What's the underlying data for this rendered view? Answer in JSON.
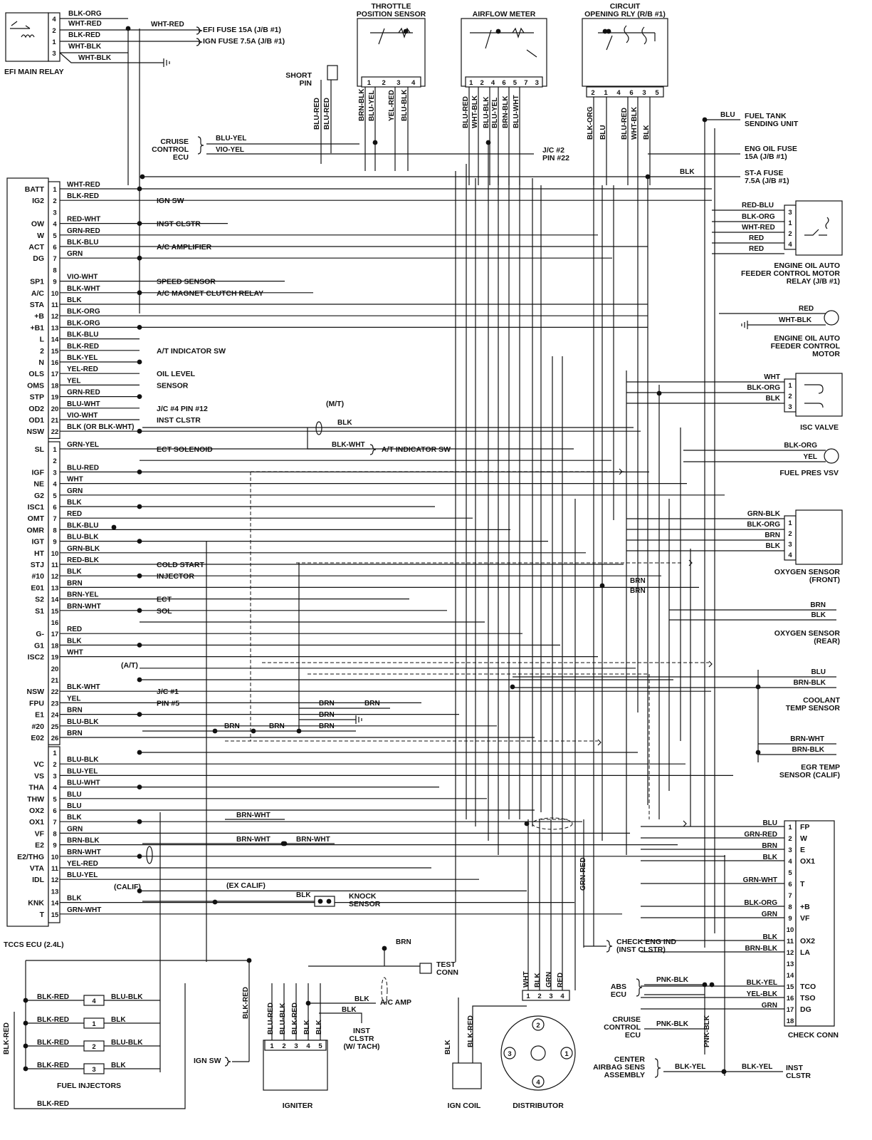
{
  "title": "",
  "efi_relay": {
    "label": "EFI MAIN RELAY",
    "pins": [
      "4",
      "2",
      "1",
      "3"
    ],
    "wires": [
      "BLK-ORG",
      "WHT-RED",
      "BLK-RED",
      "WHT-BLK",
      "WHT-BLK"
    ],
    "fuse_wire": "WHT-RED",
    "fuse1": "EFI FUSE 15A (J/B #1)",
    "fuse2": "IGN FUSE 7.5A (J/B #1)"
  },
  "top_components": {
    "tps": {
      "title": [
        "THROTTLE",
        "POSITION SENSOR"
      ],
      "pins": [
        "1",
        "2",
        "3",
        "4"
      ],
      "wires": [
        "BRN-BLK",
        "BLU-YEL",
        "YEL-RED",
        "BLU-BLK"
      ]
    },
    "afm": {
      "title": [
        "AIRFLOW METER"
      ],
      "pins": [
        "1",
        "2",
        "4",
        "6",
        "5",
        "7",
        "3"
      ],
      "wires": [
        "BLU-RED",
        "WHT-BLK",
        "BLU-BLK",
        "BLU-YEL",
        "BRN-BLK",
        "BLU-WHT"
      ]
    },
    "cor": {
      "title": [
        "CIRCUIT",
        "OPENING RLY (R/B #1)"
      ],
      "pins": [
        "2",
        "1",
        "4",
        "6",
        "3",
        "5"
      ],
      "wires": [
        "BLK-ORG",
        "BLU",
        "BLU-RED",
        "WHT-BLK",
        "BLK"
      ]
    },
    "short_pin": {
      "label": [
        "SHORT",
        "PIN"
      ],
      "wires": [
        "BLU-RED",
        "BLU-RED"
      ]
    }
  },
  "mid_labels": {
    "cruise": [
      "CRUISE",
      "CONTROL",
      "ECU"
    ],
    "cruise_wires": [
      "BLU-YEL",
      "VIO-YEL"
    ],
    "jc2": [
      "J/C #2",
      "PIN #22"
    ]
  },
  "right_components": {
    "fuel_tank": [
      "FUEL TANK",
      "SENDING UNIT"
    ],
    "fuel_tank_wire": "BLU",
    "eng_oil_fuse": [
      "ENG OIL FUSE",
      "15A (J/B #1)"
    ],
    "st_fuse": [
      "ST-A FUSE",
      "7.5A (J/B #1)"
    ],
    "st_wire": "BLK",
    "feeder_relay_wires": [
      "RED-BLU",
      "BLK-ORG",
      "WHT-RED",
      "RED",
      "RED"
    ],
    "feeder_relay_pins": [
      "3",
      "1",
      "2",
      "4"
    ],
    "feeder_relay": [
      "ENGINE OIL AUTO",
      "FEEDER CONTROL MOTOR",
      "RELAY (J/B #1)"
    ],
    "feeder_motor_wires": [
      "RED",
      "WHT-BLK"
    ],
    "feeder_motor": [
      "ENGINE OIL AUTO",
      "FEEDER CONTROL",
      "MOTOR"
    ],
    "isc_wires": [
      "WHT",
      "BLK-ORG",
      "BLK"
    ],
    "isc_pins": [
      "1",
      "2",
      "3"
    ],
    "isc": "ISC VALVE",
    "vsv_wires": [
      "BLK-ORG",
      "YEL"
    ],
    "vsv": "FUEL PRES VSV",
    "o2f_wires": [
      "GRN-BLK",
      "BLK-ORG",
      "BRN",
      "BLK"
    ],
    "o2f_pins": [
      "1",
      "2",
      "3",
      "4"
    ],
    "o2f": [
      "OXYGEN SENSOR",
      "(FRONT)"
    ],
    "o2r_wires": [
      "BRN",
      "BLK"
    ],
    "o2r": [
      "OXYGEN SENSOR",
      "(REAR)"
    ],
    "coolant_wires": [
      "BLU",
      "BRN-BLK"
    ],
    "coolant": [
      "COOLANT",
      "TEMP SENSOR"
    ],
    "egr_wires": [
      "BRN-WHT",
      "BRN-BLK"
    ],
    "egr": [
      "EGR TEMP",
      "SENSOR (CALIF)"
    ],
    "check_conn_wires": [
      "BLU",
      "GRN-RED",
      "BRN",
      "BLK",
      "GRN-WHT",
      "BLK-ORG",
      "GRN",
      "BLK",
      "BRN-BLK",
      "BLK-YEL",
      "YEL-BLK",
      "GRN"
    ],
    "check_conn_pins": [
      "1",
      "2",
      "3",
      "4",
      "5",
      "6",
      "7",
      "8",
      "9",
      "10",
      "11",
      "12",
      "13",
      "14",
      "15",
      "16",
      "17",
      "18"
    ],
    "check_conn_names": [
      "FP",
      "W",
      "E",
      "OX1",
      "",
      "T",
      "",
      "+B",
      "VF",
      "",
      "OX2",
      "LA",
      "",
      "",
      "TCO",
      "TSO",
      "DG",
      ""
    ],
    "check_conn": "CHECK CONN",
    "abs": [
      "ABS",
      "ECU"
    ],
    "abs_wire": "PNK-BLK",
    "cruise2": [
      "CRUISE",
      "CONTROL",
      "ECU"
    ],
    "cruise2_wire": "PNK-BLK",
    "airbag": [
      "CENTER",
      "AIRBAG SENS",
      "ASSEMBLY"
    ],
    "airbag_wire": "BLK-YEL",
    "inst_clstr": [
      "INST",
      "CLSTR"
    ],
    "inst_wire": "BLK-YEL",
    "check_eng": [
      "CHECK ENG IND",
      "(INST CLSTR)"
    ]
  },
  "ecu": {
    "label": "TCCS ECU (2.4L)",
    "block1": [
      {
        "t": "BATT",
        "p": "1",
        "w": "WHT-RED",
        "d": ""
      },
      {
        "t": "IG2",
        "p": "2",
        "w": "BLK-RED",
        "d": "IGN SW"
      },
      {
        "t": "",
        "p": "3",
        "w": "",
        "d": ""
      },
      {
        "t": "OW",
        "p": "4",
        "w": "RED-WHT",
        "d": "INST CLSTR"
      },
      {
        "t": "W",
        "p": "5",
        "w": "GRN-RED",
        "d": ""
      },
      {
        "t": "ACT",
        "p": "6",
        "w": "BLK-BLU",
        "d": "A/C AMPLIFIER"
      },
      {
        "t": "DG",
        "p": "7",
        "w": "GRN",
        "d": ""
      },
      {
        "t": "",
        "p": "8",
        "w": "",
        "d": ""
      },
      {
        "t": "SP1",
        "p": "9",
        "w": "VIO-WHT",
        "d": "SPEED SENSOR"
      },
      {
        "t": "A/C",
        "p": "10",
        "w": "BLK-WHT",
        "d": "A/C MAGNET CLUTCH RELAY"
      },
      {
        "t": "STA",
        "p": "11",
        "w": "BLK",
        "d": ""
      },
      {
        "t": "+B",
        "p": "12",
        "w": "BLK-ORG",
        "d": ""
      },
      {
        "t": "+B1",
        "p": "13",
        "w": "BLK-ORG",
        "d": ""
      },
      {
        "t": "L",
        "p": "14",
        "w": "BLK-BLU",
        "d": ""
      },
      {
        "t": "2",
        "p": "15",
        "w": "BLK-RED",
        "d": "A/T INDICATOR SW"
      },
      {
        "t": "N",
        "p": "16",
        "w": "BLK-YEL",
        "d": ""
      },
      {
        "t": "OLS",
        "p": "17",
        "w": "YEL-RED",
        "d": "OIL LEVEL"
      },
      {
        "t": "OMS",
        "p": "18",
        "w": "YEL",
        "d": "SENSOR"
      },
      {
        "t": "STP",
        "p": "19",
        "w": "GRN-RED",
        "d": ""
      },
      {
        "t": "OD2",
        "p": "20",
        "w": "BLU-WHT",
        "d": "J/C #4 PIN #12"
      },
      {
        "t": "OD1",
        "p": "21",
        "w": "VIO-WHT",
        "d": "INST CLSTR"
      },
      {
        "t": "NSW",
        "p": "22",
        "w": "BLK (OR BLK-WHT)",
        "d": ""
      }
    ],
    "block2": [
      {
        "t": "SL",
        "p": "1",
        "w": "GRN-YEL",
        "d": "ECT SOLENOID"
      },
      {
        "t": "",
        "p": "2",
        "w": "",
        "d": ""
      },
      {
        "t": "IGF",
        "p": "3",
        "w": "BLU-RED",
        "d": ""
      },
      {
        "t": "NE",
        "p": "4",
        "w": "WHT",
        "d": ""
      },
      {
        "t": "G2",
        "p": "5",
        "w": "GRN",
        "d": ""
      },
      {
        "t": "ISC1",
        "p": "6",
        "w": "BLK",
        "d": ""
      },
      {
        "t": "OMT",
        "p": "7",
        "w": "RED",
        "d": ""
      },
      {
        "t": "OMR",
        "p": "8",
        "w": "BLK-BLU",
        "d": ""
      },
      {
        "t": "IGT",
        "p": "9",
        "w": "BLU-BLK",
        "d": ""
      },
      {
        "t": "HT",
        "p": "10",
        "w": "GRN-BLK",
        "d": ""
      },
      {
        "t": "STJ",
        "p": "11",
        "w": "RED-BLK",
        "d": "COLD START"
      },
      {
        "t": "#10",
        "p": "12",
        "w": "BLK",
        "d": "INJECTOR"
      },
      {
        "t": "E01",
        "p": "13",
        "w": "BRN",
        "d": ""
      },
      {
        "t": "S2",
        "p": "14",
        "w": "BRN-YEL",
        "d": "ECT"
      },
      {
        "t": "S1",
        "p": "15",
        "w": "BRN-WHT",
        "d": "SOL"
      },
      {
        "t": "",
        "p": "16",
        "w": "",
        "d": ""
      },
      {
        "t": "G-",
        "p": "17",
        "w": "RED",
        "d": ""
      },
      {
        "t": "G1",
        "p": "18",
        "w": "BLK",
        "d": ""
      },
      {
        "t": "ISC2",
        "p": "19",
        "w": "WHT",
        "d": ""
      },
      {
        "t": "",
        "p": "20",
        "w": "",
        "d": ""
      },
      {
        "t": "",
        "p": "21",
        "w": "",
        "d": ""
      },
      {
        "t": "NSW",
        "p": "22",
        "w": "BLK-WHT",
        "d": "J/C #1"
      },
      {
        "t": "FPU",
        "p": "23",
        "w": "YEL",
        "d": "PIN #5"
      },
      {
        "t": "E1",
        "p": "24",
        "w": "BRN",
        "d": ""
      },
      {
        "t": "#20",
        "p": "25",
        "w": "BLU-BLK",
        "d": ""
      },
      {
        "t": "E02",
        "p": "26",
        "w": "BRN",
        "d": ""
      }
    ],
    "block3": [
      {
        "t": "",
        "p": "1",
        "w": "",
        "d": ""
      },
      {
        "t": "VC",
        "p": "2",
        "w": "BLU-BLK",
        "d": ""
      },
      {
        "t": "VS",
        "p": "3",
        "w": "BLU-YEL",
        "d": ""
      },
      {
        "t": "THA",
        "p": "4",
        "w": "BLU-WHT",
        "d": ""
      },
      {
        "t": "THW",
        "p": "5",
        "w": "BLU",
        "d": ""
      },
      {
        "t": "OX2",
        "p": "6",
        "w": "BLU",
        "d": ""
      },
      {
        "t": "OX1",
        "p": "7",
        "w": "BLK",
        "d": ""
      },
      {
        "t": "VF",
        "p": "8",
        "w": "GRN",
        "d": ""
      },
      {
        "t": "E2",
        "p": "9",
        "w": "BRN-BLK",
        "d": ""
      },
      {
        "t": "E2/THG",
        "p": "10",
        "w": "BRN-WHT",
        "d": ""
      },
      {
        "t": "VTA",
        "p": "11",
        "w": "YEL-RED",
        "d": ""
      },
      {
        "t": "IDL",
        "p": "12",
        "w": "BLU-YEL",
        "d": ""
      },
      {
        "t": "",
        "p": "13",
        "w": "",
        "d": ""
      },
      {
        "t": "KNK",
        "p": "14",
        "w": "BLK",
        "d": ""
      },
      {
        "t": "T",
        "p": "15",
        "w": "GRN-WHT",
        "d": ""
      }
    ],
    "notes": {
      "mt": "(M/T)",
      "nsw_blk": "BLK",
      "nsw_blkwht": "BLK-WHT",
      "at_ind": "A/T INDICATOR SW",
      "at": "(A/T)",
      "calif": "(CALIF)",
      "ex_calif": "(EX CALIF)"
    }
  },
  "ground_labels": [
    "BRN",
    "BRN",
    "BRN",
    "BRN",
    "BRN",
    "BRN",
    "BRN",
    "BRN",
    "BRN-WHT",
    "BRN-WHT",
    "BRN-WHT"
  ],
  "knock": {
    "label": [
      "KNOCK",
      "SENSOR"
    ],
    "wire": "BLK"
  },
  "bottom": {
    "injectors": {
      "label": "FUEL INJECTORS",
      "pins": [
        "4",
        "1",
        "2",
        "3"
      ],
      "left_wires": [
        "BLK-RED",
        "BLK-RED",
        "BLK-RED",
        "BLK-RED"
      ],
      "right_wires": [
        "BLU-BLK",
        "BLK",
        "BLU-BLK",
        "BLK"
      ],
      "bus_wire": "BLK-RED",
      "bus_wire2": "BLK-RED"
    },
    "igniter": {
      "label": "IGNITER",
      "pins": [
        "1",
        "2",
        "3",
        "4",
        "5"
      ],
      "wires": [
        "BLU-RED",
        "BLU-BLK",
        "BLK-RED",
        "BLK",
        "BLK"
      ],
      "ign_sw": "IGN SW",
      "blk_red": "BLK-RED"
    },
    "test_conn": [
      "TEST",
      "CONN"
    ],
    "test_wire": "BRN",
    "ac_amp": "A/C AMP",
    "ac_wire": "BLK",
    "inst_tach": [
      "INST",
      "CLSTR",
      "(W/ TACH)"
    ],
    "tach_wire": "BLK",
    "coil": {
      "label": "IGN COIL",
      "wires": [
        "BLK",
        "BLK-RED"
      ]
    },
    "distributor": {
      "label": "DISTRIBUTOR",
      "pins": [
        "1",
        "2",
        "3",
        "4"
      ],
      "wires": [
        "WHT",
        "BLK",
        "GRN",
        "RED"
      ],
      "cyl": [
        "1",
        "2",
        "3",
        "4"
      ]
    },
    "grn_red": "GRN-RED",
    "blk_wht": "BLK"
  }
}
